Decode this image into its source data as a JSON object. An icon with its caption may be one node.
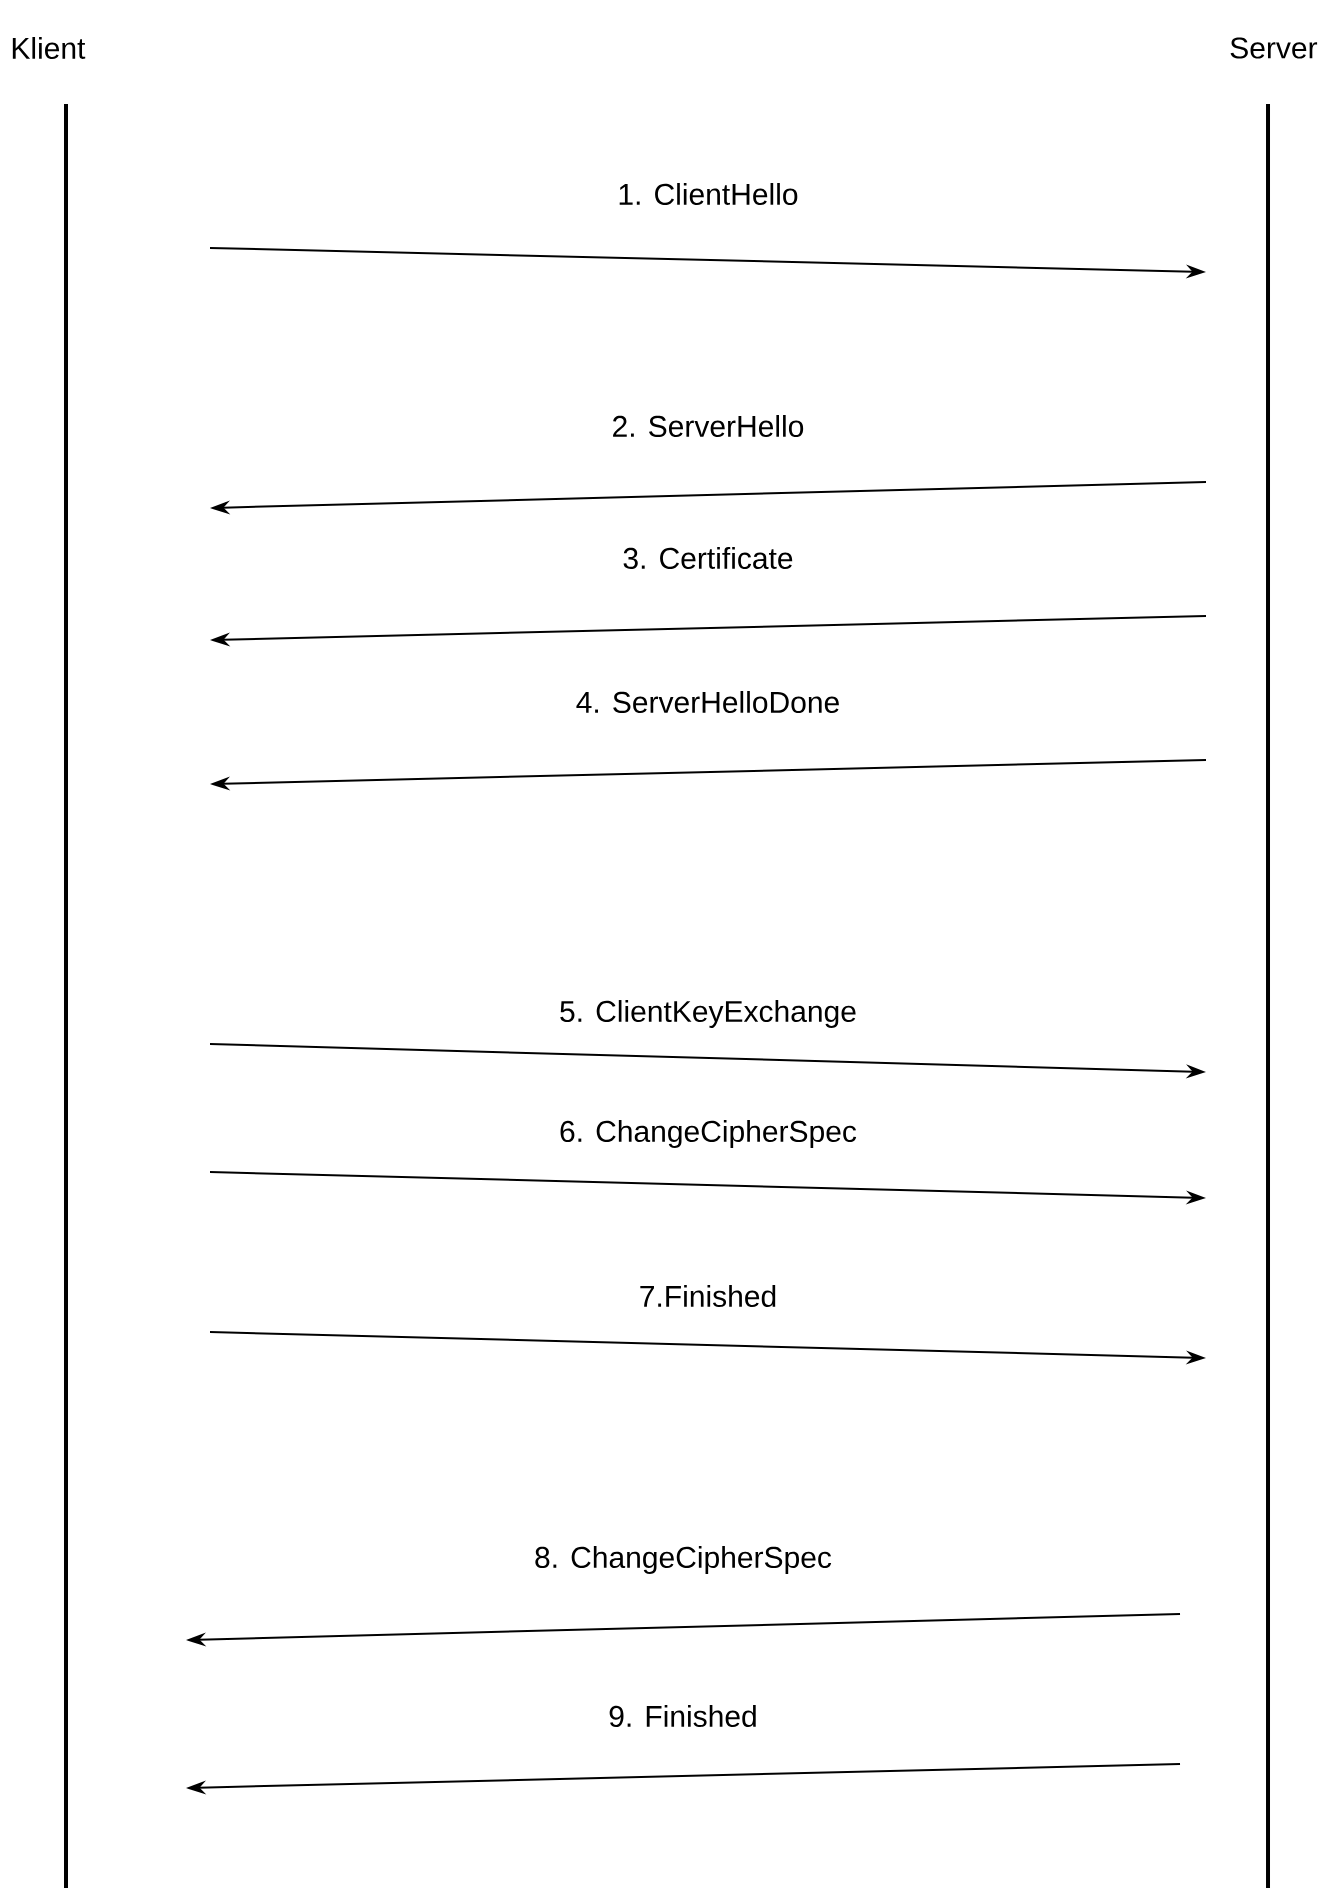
{
  "diagram": {
    "nodes": [
      {
        "text": [
          "Klient"
        ]
      },
      {
        "text": [
          "Server"
        ]
      }
    ],
    "edges": [
      {
        "from": 0,
        "to": 1,
        "arrow": "to",
        "label": "1. ClientHello"
      },
      {
        "from": 1,
        "to": 0,
        "arrow": "to",
        "label": "2. ServerHello"
      },
      {
        "from": 1,
        "to": 0,
        "arrow": "to",
        "label": "3. Certificate"
      },
      {
        "from": 1,
        "to": 0,
        "arrow": "to",
        "label": "4. ServerHelloDone"
      },
      {
        "from": 0,
        "to": 1,
        "arrow": "to",
        "label": "5. ClientKeyExchange"
      },
      {
        "from": 0,
        "to": 1,
        "arrow": "to",
        "label": "6. ChangeCipherSpec"
      },
      {
        "from": 0,
        "to": 1,
        "arrow": "to",
        "label": "7.Finished"
      },
      {
        "from": 1,
        "to": 0,
        "arrow": "to",
        "label": "8. ChangeCipherSpec"
      },
      {
        "from": 1,
        "to": 0,
        "arrow": "to",
        "label": "9. Finished"
      }
    ]
  }
}
